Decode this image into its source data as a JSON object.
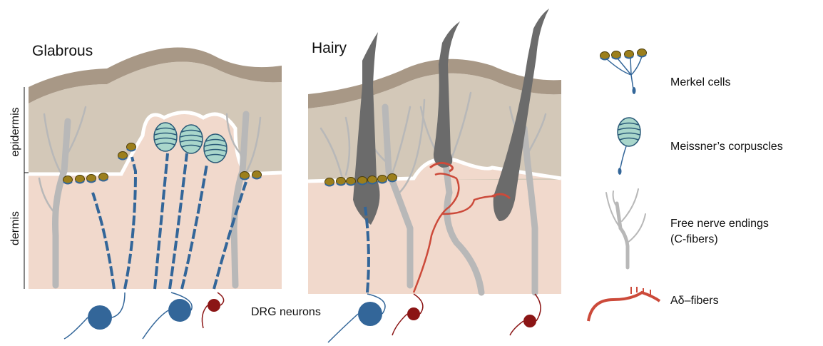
{
  "panels": {
    "glabrous_title": "Glabrous",
    "hairy_title": "Hairy"
  },
  "layers": {
    "epidermis": "epidermis",
    "dermis": "dermis"
  },
  "drg_label": "DRG neurons",
  "legend": {
    "merkel": "Merkel cells",
    "meissner": "Meissner’s corpuscles",
    "free_line1": "Free nerve endings",
    "free_line2": "(C-fibers)",
    "adelta": "Aδ–fibers"
  },
  "colors": {
    "stratum_corneum": "#a89886",
    "epidermis": "#d3c8b8",
    "dermis": "#f1d9cc",
    "merkel_cell": "#9c7f1c",
    "meissner": "#a9d6cb",
    "a_beta_fiber": "#336699",
    "c_fiber": "#b8b8b8",
    "a_delta_fiber": "#cc4a3a",
    "drg_red": "#8b1515",
    "hair": "#6b6b6b"
  }
}
